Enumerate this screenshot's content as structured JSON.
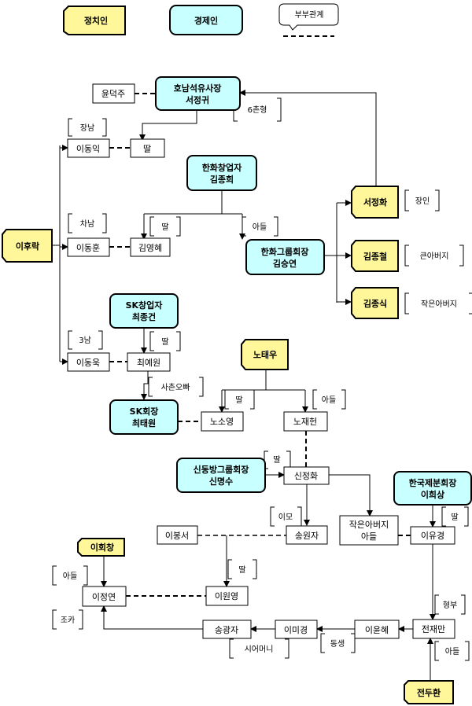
{
  "colors": {
    "politician": "#FFF799",
    "business": "#C8FFFF",
    "line": "#000000"
  },
  "legend": {
    "politician": "정치인",
    "business": "경제인",
    "spouse": "부부관계"
  },
  "nodes": {
    "lee_hurak": "이후락",
    "yun_deokju": "윤덕주",
    "seo_jeonggwi": [
      "호남석유사장",
      "서정귀"
    ],
    "lee_dongik": "이동익",
    "daughter_seo": "딸",
    "kim_jonghui": [
      "한화창업자",
      "김종희"
    ],
    "lee_donghun": "이동훈",
    "kim_yeonghye": "김영혜",
    "kim_seungyeon": [
      "한화그룹회장",
      "김승연"
    ],
    "seo_jeonghwa": "서정화",
    "kim_jongcheol": "김종철",
    "kim_jongsik": "김종식",
    "choi_jonggeon": [
      "SK창업자",
      "최종건"
    ],
    "lee_dongwook": "이동욱",
    "choi_yewon": "최예원",
    "roh_taewoo": "노태우",
    "choi_taewon": [
      "SK회장",
      "최태원"
    ],
    "roh_soyoung": "노소영",
    "roh_jaeheon": "노재헌",
    "shin_myeongsu": [
      "신동방그룹회장",
      "신명수"
    ],
    "shin_jeonghwa": "신정화",
    "lee_huisang": [
      "한국제분회장",
      "이희상"
    ],
    "lee_bongseo": "이봉서",
    "song_wonja": "송원자",
    "uncle_son": [
      "작은아버지",
      "아들"
    ],
    "lee_yugyeong": "이유경",
    "lee_hoechang": "이회창",
    "lee_jeongyeon": "이정연",
    "lee_wonyeong": "이원영",
    "song_gwangja": "송광자",
    "lee_migyeong": "이미경",
    "lee_yunhye": "이윤혜",
    "jeon_jaeman": "전재만",
    "jeon_doohwan": "전두환"
  },
  "labels": {
    "cousin6": "6촌형",
    "eldest_son": "장남",
    "second_son": "차남",
    "third_son": "3남",
    "daughter": "딸",
    "son": "아들",
    "father_in_law": "장인",
    "big_uncle": "큰아버지",
    "small_uncle": "작은아버지",
    "cousin_bro": "사촌오빠",
    "aunt": "이모",
    "father_in_law2": "형부",
    "younger_sibling": "동생",
    "mother_in_law": "시어머니",
    "nephew": "조카"
  }
}
